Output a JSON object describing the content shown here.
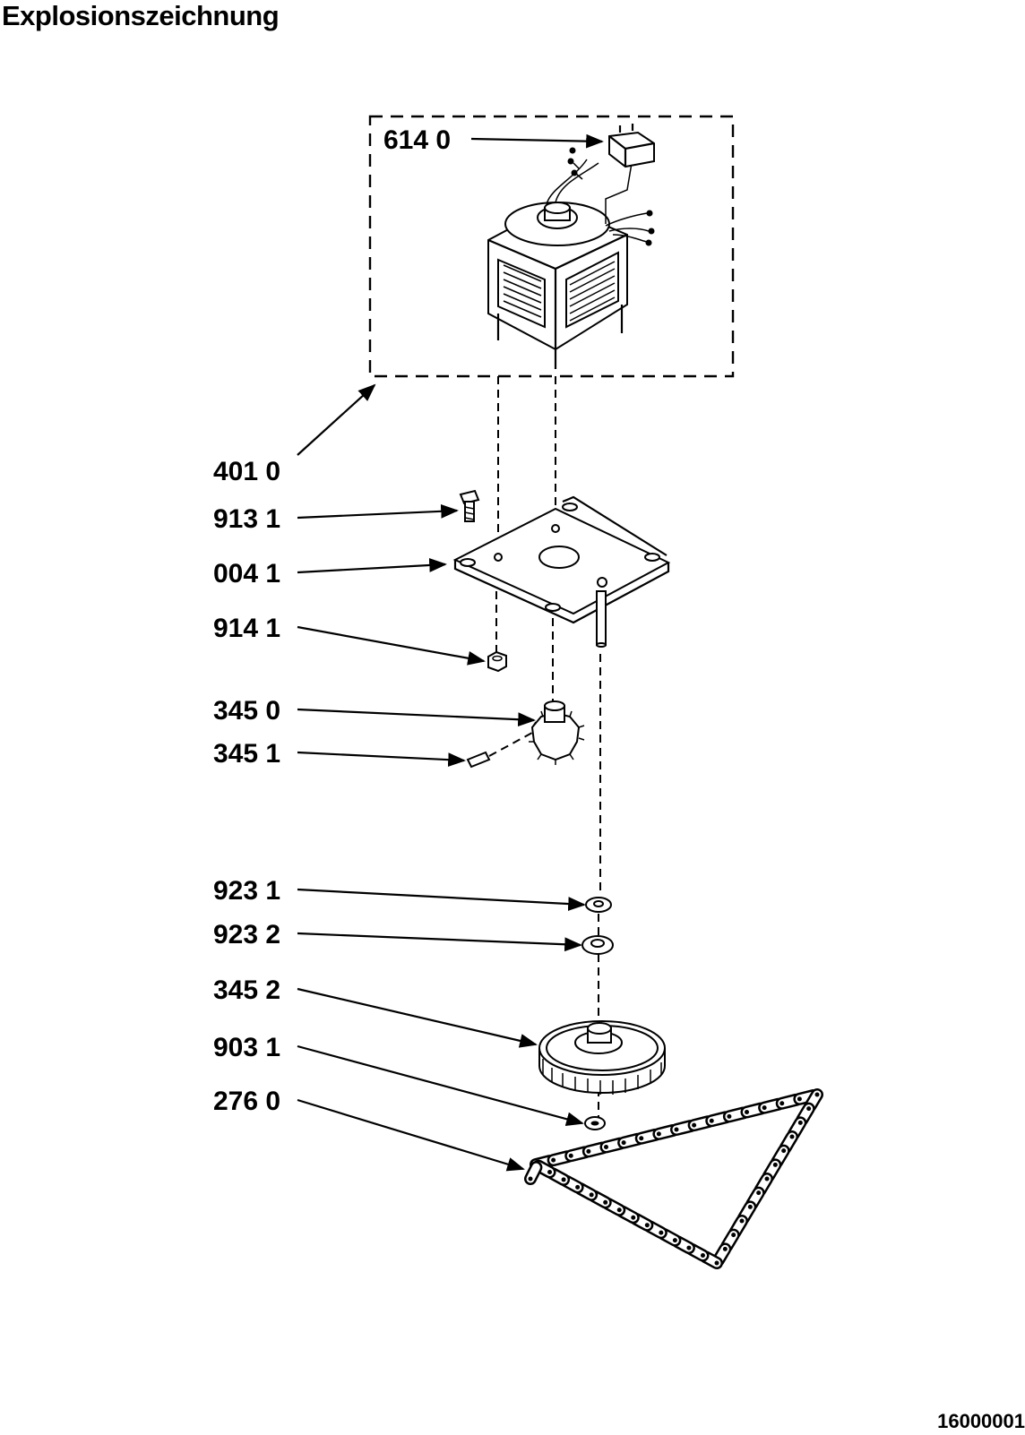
{
  "title": "Explosionszeichnung",
  "document_number": "16000001",
  "callouts": [
    {
      "id": "c6140",
      "label": "614 0"
    },
    {
      "id": "c4010",
      "label": "401 0"
    },
    {
      "id": "c9131",
      "label": "913 1"
    },
    {
      "id": "c0041",
      "label": "004 1"
    },
    {
      "id": "c9141",
      "label": "914 1"
    },
    {
      "id": "c3450",
      "label": "345 0"
    },
    {
      "id": "c3451",
      "label": "345 1"
    },
    {
      "id": "c9231",
      "label": "923 1"
    },
    {
      "id": "c9232",
      "label": "923 2"
    },
    {
      "id": "c3452",
      "label": "345 2"
    },
    {
      "id": "c9031",
      "label": "903 1"
    },
    {
      "id": "c2760",
      "label": "276 0"
    }
  ],
  "colors": {
    "ink": "#000000",
    "paper": "#ffffff"
  }
}
